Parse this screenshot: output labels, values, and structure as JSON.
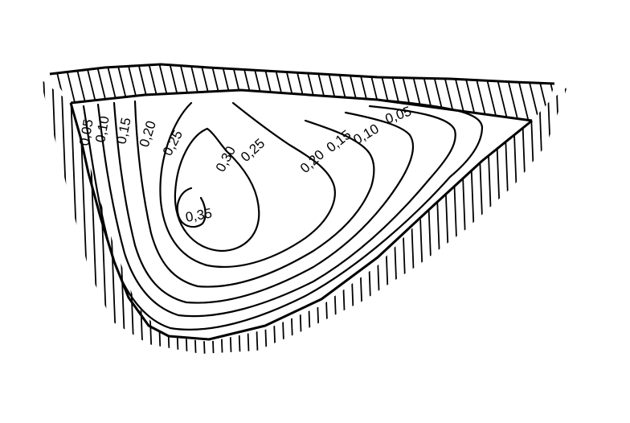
{
  "diagram": {
    "type": "isoline-cross-section",
    "levels": [
      "0,05",
      "0,10",
      "0,15",
      "0,20",
      "0,25",
      "0,30",
      "0,35"
    ],
    "left_labels": [
      "0,05",
      "0,10",
      "0,15",
      "0,20",
      "0,25"
    ],
    "right_labels": [
      "0,05",
      "0,10",
      "0,15",
      "0,20",
      "0,25"
    ],
    "inner_labels": [
      "0,30",
      "0,35"
    ]
  },
  "colors": {
    "ink": "#000000",
    "paper": "#ffffff"
  }
}
